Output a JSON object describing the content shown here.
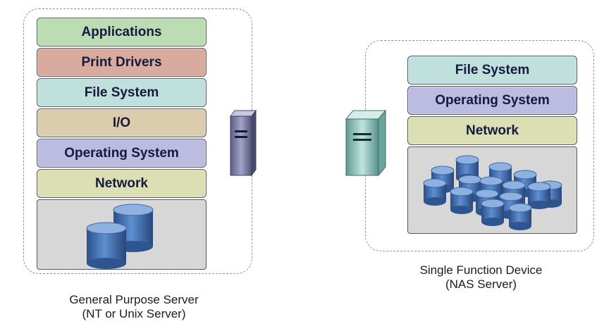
{
  "left_device": {
    "layers": [
      {
        "label": "Applications",
        "color": "#bcdcb4"
      },
      {
        "label": "Print Drivers",
        "color": "#d9ab9e"
      },
      {
        "label": "File System",
        "color": "#bfe0dc"
      },
      {
        "label": "I/O",
        "color": "#dcccae"
      },
      {
        "label": "Operating System",
        "color": "#bcbce0"
      },
      {
        "label": "Network",
        "color": "#dcdfb4"
      }
    ],
    "caption_line1": "General Purpose Server",
    "caption_line2": "(NT or Unix Server)",
    "server_icon_color": "#7a7aa0"
  },
  "right_device": {
    "layers": [
      {
        "label": "File System",
        "color": "#bfe0dc"
      },
      {
        "label": "Operating System",
        "color": "#bcbce0"
      },
      {
        "label": "Network",
        "color": "#dcdfb4"
      }
    ],
    "caption_line1": "Single Function Device",
    "caption_line2": "(NAS Server)",
    "server_icon_color": "#8fc4bc"
  },
  "colors": {
    "panel_border": "#7f9aa8",
    "disk_blue": "#3f70b8",
    "storage_bg": "#d7d7d8"
  }
}
